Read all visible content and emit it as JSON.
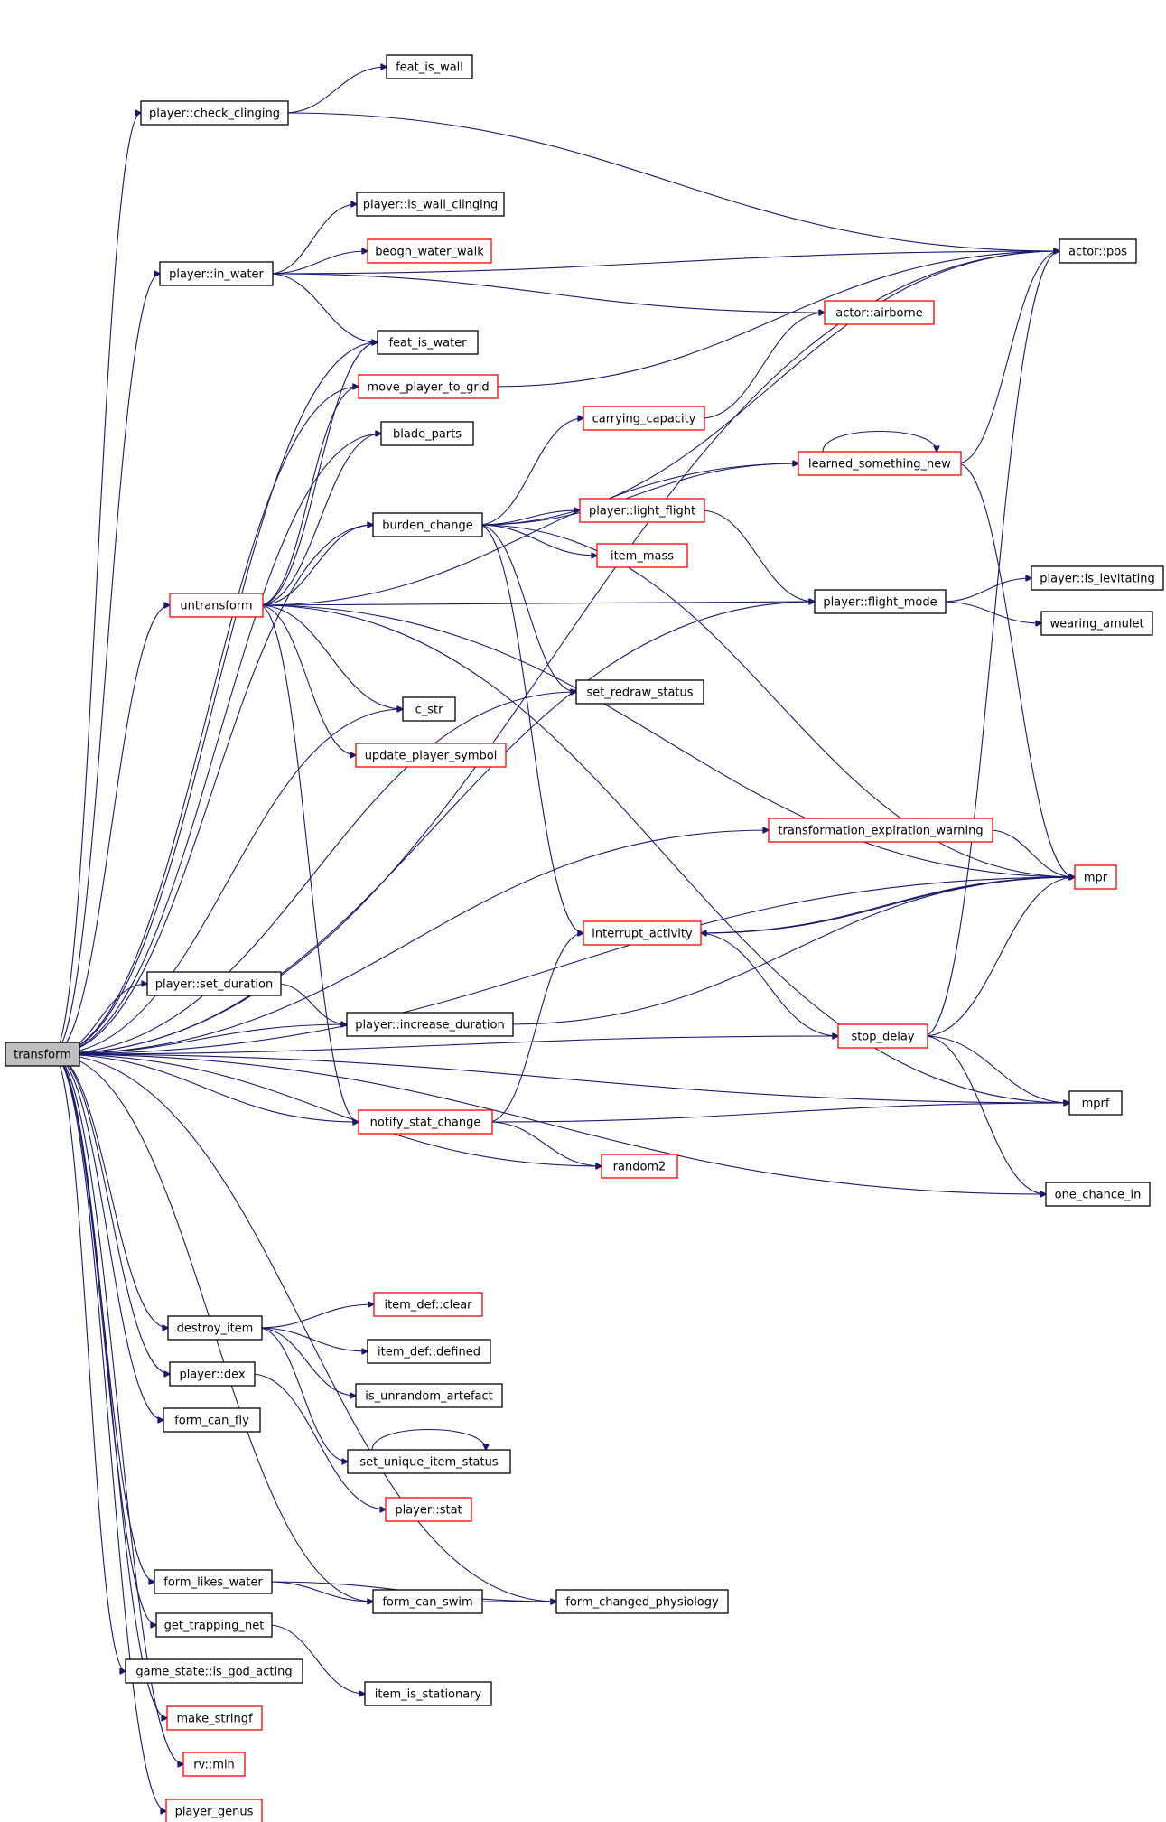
{
  "colors": {
    "edge": "#191970",
    "box_complete": "#000000",
    "box_incomplete": "#ff0000",
    "root_fill": "#bfbfbf"
  },
  "nodes": [
    {
      "id": "transform",
      "label": "transform",
      "root": true
    },
    {
      "id": "player_check_clinging",
      "label": "player::check_clinging"
    },
    {
      "id": "feat_is_wall",
      "label": "feat_is_wall"
    },
    {
      "id": "actor_pos",
      "label": "actor::pos"
    },
    {
      "id": "player_is_wall_clinging",
      "label": "player::is_wall_clinging"
    },
    {
      "id": "beogh_water_walk",
      "label": "beogh_water_walk",
      "incomplete": true
    },
    {
      "id": "player_in_water",
      "label": "player::in_water"
    },
    {
      "id": "actor_airborne",
      "label": "actor::airborne",
      "incomplete": true
    },
    {
      "id": "feat_is_water",
      "label": "feat_is_water"
    },
    {
      "id": "move_player_to_grid",
      "label": "move_player_to_grid",
      "incomplete": true
    },
    {
      "id": "carrying_capacity",
      "label": "carrying_capacity",
      "incomplete": true
    },
    {
      "id": "blade_parts",
      "label": "blade_parts"
    },
    {
      "id": "learned_something_new",
      "label": "learned_something_new",
      "incomplete": true
    },
    {
      "id": "player_light_flight",
      "label": "player::light_flight",
      "incomplete": true
    },
    {
      "id": "burden_change",
      "label": "burden_change"
    },
    {
      "id": "item_mass",
      "label": "item_mass",
      "incomplete": true
    },
    {
      "id": "player_is_levitating",
      "label": "player::is_levitating"
    },
    {
      "id": "untransform",
      "label": "untransform",
      "incomplete": true
    },
    {
      "id": "player_flight_mode",
      "label": "player::flight_mode"
    },
    {
      "id": "wearing_amulet",
      "label": "wearing_amulet"
    },
    {
      "id": "set_redraw_status",
      "label": "set_redraw_status"
    },
    {
      "id": "c_str",
      "label": "c_str"
    },
    {
      "id": "update_player_symbol",
      "label": "update_player_symbol",
      "incomplete": true
    },
    {
      "id": "transformation_expiration_warning",
      "label": "transformation_expiration_warning",
      "incomplete": true
    },
    {
      "id": "mpr",
      "label": "mpr",
      "incomplete": true
    },
    {
      "id": "interrupt_activity",
      "label": "interrupt_activity",
      "incomplete": true
    },
    {
      "id": "player_set_duration",
      "label": "player::set_duration"
    },
    {
      "id": "player_increase_duration",
      "label": "player::increase_duration"
    },
    {
      "id": "stop_delay",
      "label": "stop_delay",
      "incomplete": true
    },
    {
      "id": "mprf",
      "label": "mprf"
    },
    {
      "id": "notify_stat_change",
      "label": "notify_stat_change",
      "incomplete": true
    },
    {
      "id": "random2",
      "label": "random2",
      "incomplete": true
    },
    {
      "id": "one_chance_in",
      "label": "one_chance_in"
    },
    {
      "id": "destroy_item",
      "label": "destroy_item"
    },
    {
      "id": "item_def_clear",
      "label": "item_def::clear",
      "incomplete": true
    },
    {
      "id": "item_def_defined",
      "label": "item_def::defined"
    },
    {
      "id": "player_dex",
      "label": "player::dex"
    },
    {
      "id": "is_unrandom_artefact",
      "label": "is_unrandom_artefact"
    },
    {
      "id": "form_can_fly",
      "label": "form_can_fly"
    },
    {
      "id": "set_unique_item_status",
      "label": "set_unique_item_status"
    },
    {
      "id": "player_stat",
      "label": "player::stat",
      "incomplete": true
    },
    {
      "id": "form_likes_water",
      "label": "form_likes_water"
    },
    {
      "id": "form_can_swim",
      "label": "form_can_swim"
    },
    {
      "id": "form_changed_physiology",
      "label": "form_changed_physiology"
    },
    {
      "id": "get_trapping_net",
      "label": "get_trapping_net"
    },
    {
      "id": "game_state_is_god_acting",
      "label": "game_state::is_god_acting"
    },
    {
      "id": "item_is_stationary",
      "label": "item_is_stationary"
    },
    {
      "id": "make_stringf",
      "label": "make_stringf",
      "incomplete": true
    },
    {
      "id": "rv_min",
      "label": "rv::min",
      "incomplete": true
    },
    {
      "id": "player_genus",
      "label": "player_genus",
      "incomplete": true
    }
  ],
  "edges": [
    [
      "transform",
      "actor_pos"
    ],
    [
      "transform",
      "player_check_clinging"
    ],
    [
      "transform",
      "player_in_water"
    ],
    [
      "transform",
      "feat_is_water"
    ],
    [
      "transform",
      "move_player_to_grid"
    ],
    [
      "transform",
      "blade_parts"
    ],
    [
      "transform",
      "burden_change"
    ],
    [
      "transform",
      "untransform"
    ],
    [
      "transform",
      "c_str"
    ],
    [
      "transform",
      "set_redraw_status"
    ],
    [
      "transform",
      "player_flight_mode"
    ],
    [
      "transform",
      "transformation_expiration_warning"
    ],
    [
      "transform",
      "mpr"
    ],
    [
      "transform",
      "player_set_duration"
    ],
    [
      "transform",
      "player_increase_duration"
    ],
    [
      "transform",
      "stop_delay"
    ],
    [
      "transform",
      "notify_stat_change"
    ],
    [
      "transform",
      "random2"
    ],
    [
      "transform",
      "mprf"
    ],
    [
      "transform",
      "one_chance_in"
    ],
    [
      "transform",
      "destroy_item"
    ],
    [
      "transform",
      "player_dex"
    ],
    [
      "transform",
      "form_can_fly"
    ],
    [
      "transform",
      "form_changed_physiology"
    ],
    [
      "transform",
      "form_likes_water"
    ],
    [
      "transform",
      "form_can_swim"
    ],
    [
      "transform",
      "get_trapping_net"
    ],
    [
      "transform",
      "game_state_is_god_acting"
    ],
    [
      "transform",
      "make_stringf"
    ],
    [
      "transform",
      "rv_min"
    ],
    [
      "transform",
      "player_genus"
    ],
    [
      "player_check_clinging",
      "feat_is_wall"
    ],
    [
      "player_check_clinging",
      "actor_pos"
    ],
    [
      "player_in_water",
      "player_is_wall_clinging"
    ],
    [
      "player_in_water",
      "beogh_water_walk"
    ],
    [
      "player_in_water",
      "actor_pos"
    ],
    [
      "player_in_water",
      "actor_airborne"
    ],
    [
      "player_in_water",
      "feat_is_water"
    ],
    [
      "move_player_to_grid",
      "actor_pos"
    ],
    [
      "untransform",
      "feat_is_water"
    ],
    [
      "untransform",
      "move_player_to_grid"
    ],
    [
      "untransform",
      "blade_parts"
    ],
    [
      "untransform",
      "burden_change"
    ],
    [
      "untransform",
      "learned_something_new"
    ],
    [
      "untransform",
      "player_flight_mode"
    ],
    [
      "untransform",
      "c_str"
    ],
    [
      "untransform",
      "update_player_symbol"
    ],
    [
      "untransform",
      "mpr"
    ],
    [
      "untransform",
      "mprf"
    ],
    [
      "untransform",
      "notify_stat_change"
    ],
    [
      "burden_change",
      "actor_pos"
    ],
    [
      "burden_change",
      "carrying_capacity"
    ],
    [
      "burden_change",
      "learned_something_new"
    ],
    [
      "burden_change",
      "player_light_flight"
    ],
    [
      "burden_change",
      "item_mass"
    ],
    [
      "burden_change",
      "set_redraw_status"
    ],
    [
      "burden_change",
      "interrupt_activity"
    ],
    [
      "burden_change",
      "mpr"
    ],
    [
      "carrying_capacity",
      "actor_airborne"
    ],
    [
      "learned_something_new",
      "learned_something_new"
    ],
    [
      "learned_something_new",
      "actor_pos"
    ],
    [
      "learned_something_new",
      "mpr"
    ],
    [
      "player_light_flight",
      "player_flight_mode"
    ],
    [
      "player_flight_mode",
      "player_is_levitating"
    ],
    [
      "player_flight_mode",
      "wearing_amulet"
    ],
    [
      "transformation_expiration_warning",
      "mpr"
    ],
    [
      "mpr",
      "interrupt_activity"
    ],
    [
      "interrupt_activity",
      "mpr"
    ],
    [
      "interrupt_activity",
      "stop_delay"
    ],
    [
      "player_set_duration",
      "player_increase_duration"
    ],
    [
      "player_increase_duration",
      "mpr"
    ],
    [
      "stop_delay",
      "actor_pos"
    ],
    [
      "stop_delay",
      "mpr"
    ],
    [
      "stop_delay",
      "mprf"
    ],
    [
      "stop_delay",
      "one_chance_in"
    ],
    [
      "notify_stat_change",
      "interrupt_activity"
    ],
    [
      "notify_stat_change",
      "mprf"
    ],
    [
      "notify_stat_change",
      "random2"
    ],
    [
      "destroy_item",
      "item_def_clear"
    ],
    [
      "destroy_item",
      "item_def_defined"
    ],
    [
      "destroy_item",
      "is_unrandom_artefact"
    ],
    [
      "destroy_item",
      "set_unique_item_status"
    ],
    [
      "set_unique_item_status",
      "set_unique_item_status"
    ],
    [
      "player_dex",
      "player_stat"
    ],
    [
      "form_likes_water",
      "form_can_swim"
    ],
    [
      "form_likes_water",
      "form_changed_physiology"
    ],
    [
      "form_can_swim",
      "form_changed_physiology"
    ],
    [
      "get_trapping_net",
      "item_is_stationary"
    ]
  ]
}
